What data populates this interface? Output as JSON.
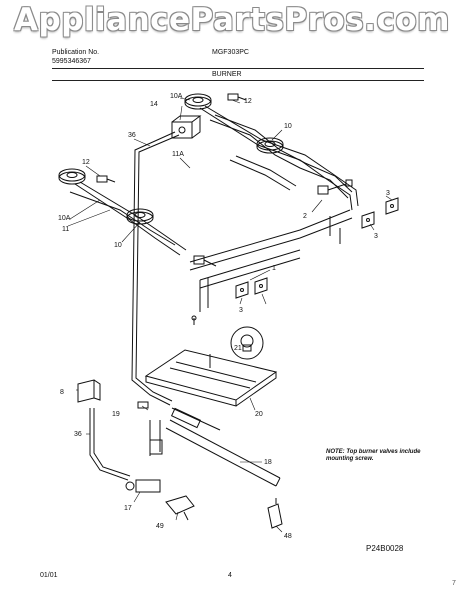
{
  "watermark": "AppliancePartsPros.com",
  "header": {
    "publication_label": "Publication No.",
    "publication_number": "5995346367",
    "model": "MGF303PC",
    "section": "BURNER"
  },
  "callouts": {
    "c14": "14",
    "c10A_top": "10A",
    "c12_top": "12",
    "c10_top": "10",
    "c36_top": "36",
    "c11A": "11A",
    "c12_left": "12",
    "c10A_left": "10A",
    "c11": "11",
    "c10_left": "10",
    "c3_a": "3",
    "c2": "2",
    "c3_b": "3",
    "c1": "1",
    "c3_c": "3",
    "c21": "21",
    "c8": "8",
    "c19": "19",
    "c20": "20",
    "c36_bot": "36",
    "c18": "18",
    "c17": "17",
    "c49": "49",
    "c48": "48"
  },
  "note": "NOTE: Top burner valves include mounting screw.",
  "figure_code": "P24B0028",
  "footer": {
    "date": "01/01",
    "page": "4",
    "mark": "7"
  },
  "colors": {
    "line": "#111111",
    "watermark_outline": "#8a8a8a"
  }
}
